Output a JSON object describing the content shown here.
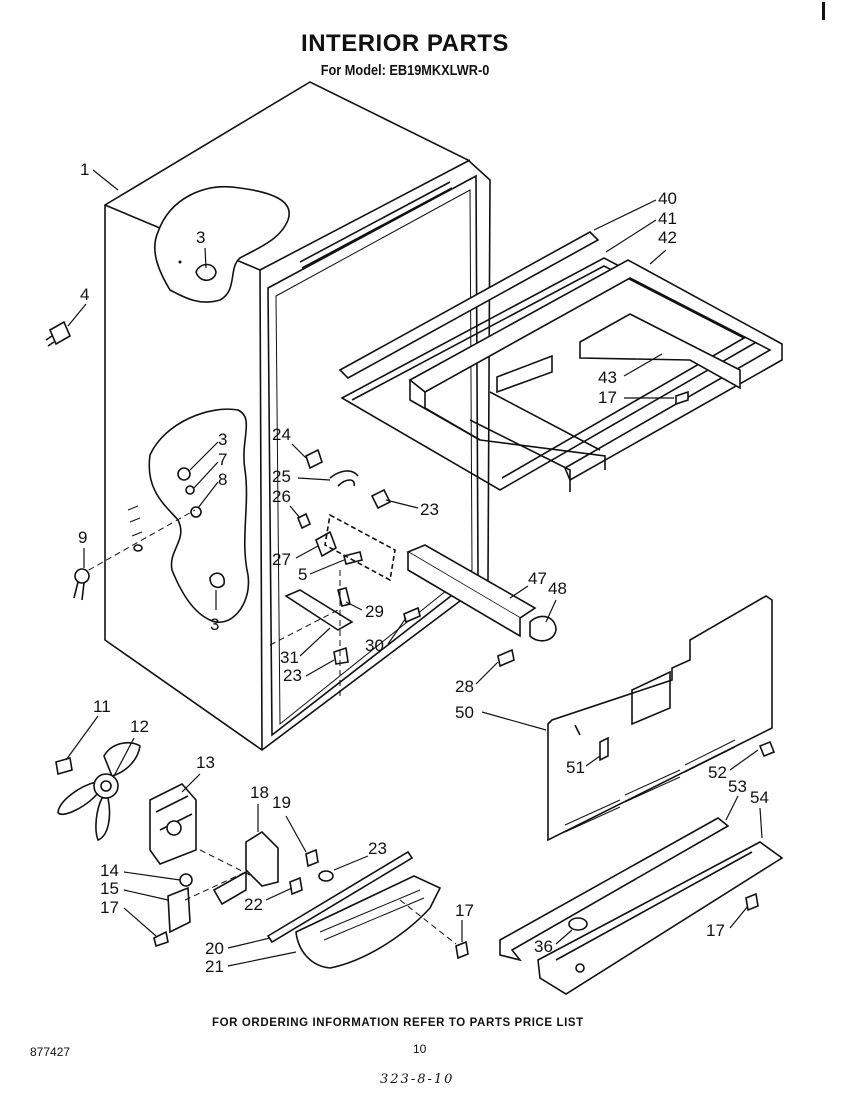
{
  "header": {
    "title": "INTERIOR PARTS",
    "subtitle": "For Model: EB19MKXLWR-0"
  },
  "footer": {
    "ordering_note": "FOR ORDERING INFORMATION REFER TO PARTS PRICE LIST",
    "document_number": "877427",
    "page_number": "10",
    "handwritten_code": "323-8-10"
  },
  "callouts": [
    "1",
    "3",
    "4",
    "3",
    "7",
    "8",
    "9",
    "3",
    "24",
    "25",
    "26",
    "27",
    "5",
    "23",
    "29",
    "30",
    "31",
    "23",
    "40",
    "41",
    "42",
    "43",
    "17",
    "47",
    "48",
    "28",
    "50",
    "51",
    "52",
    "53",
    "54",
    "11",
    "12",
    "13",
    "18",
    "19",
    "23",
    "14",
    "15",
    "17",
    "22",
    "20",
    "21",
    "17",
    "36",
    "17"
  ]
}
